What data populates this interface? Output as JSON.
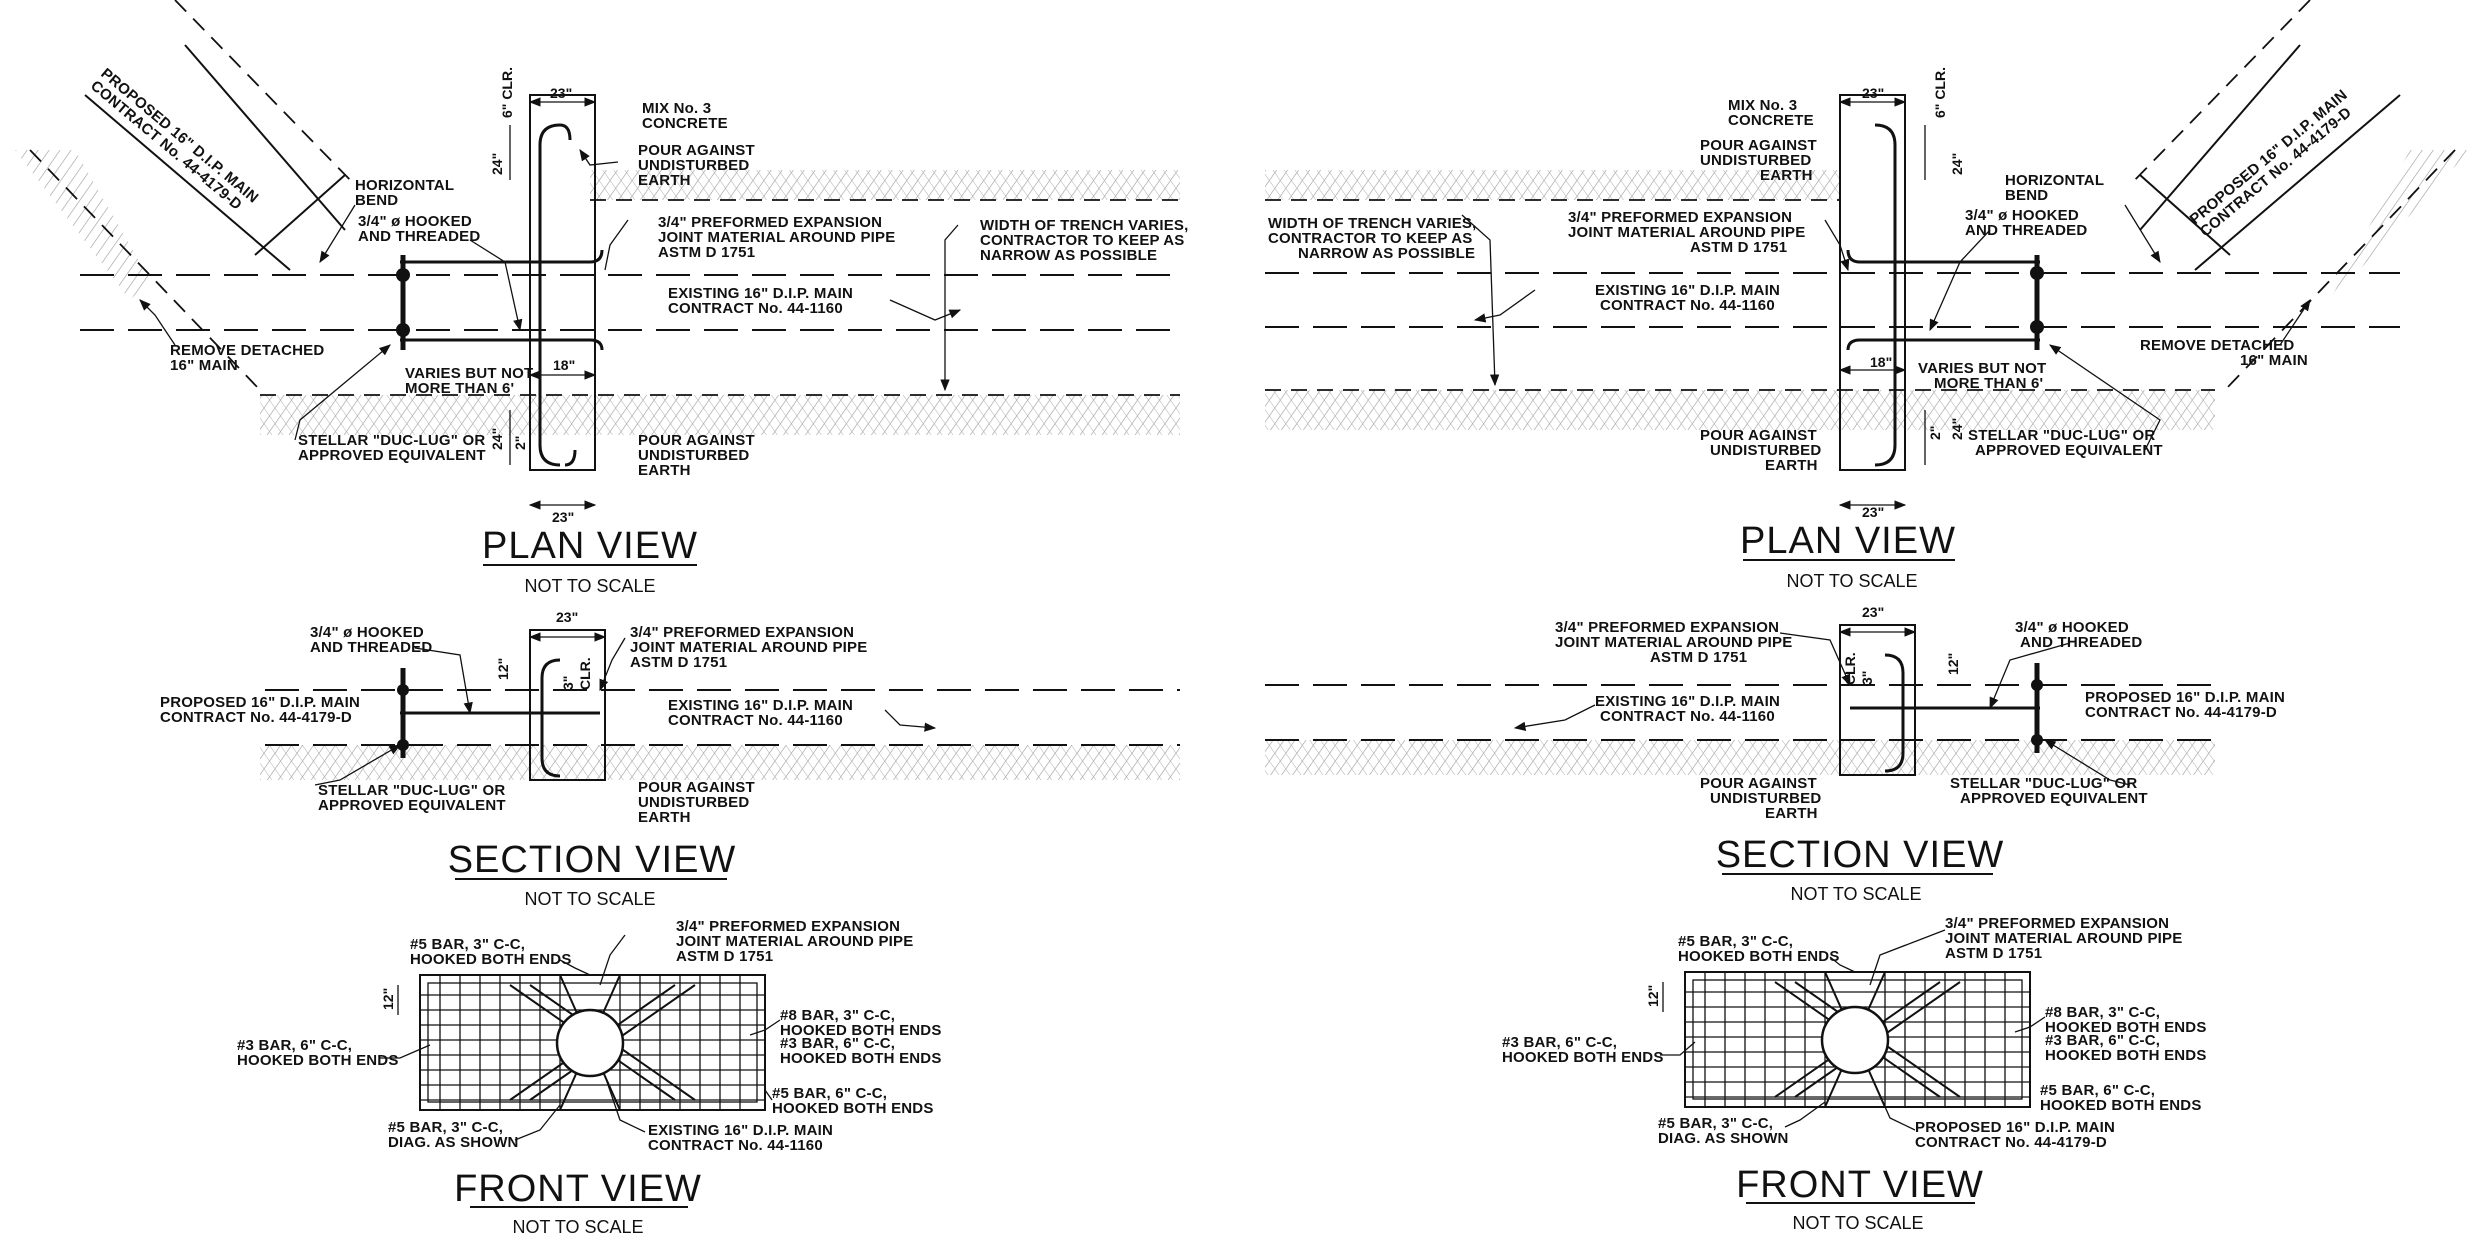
{
  "left": {
    "plan": {
      "title": "PLAN VIEW",
      "scale": "NOT TO SCALE",
      "dims": {
        "width_top": "23\"",
        "clr_top": "6\" CLR.",
        "d24_top": "24\"",
        "d18": "18\"",
        "d24_bot": "24\"",
        "d2": "2\"",
        "width_bot": "23\""
      },
      "notes": {
        "proposed_main": [
          "PROPOSED 16\" D.I.P. MAIN",
          "CONTRACT No. 44-4179-D"
        ],
        "horizontal_bend": [
          "HORIZONTAL",
          "BEND"
        ],
        "hooked": [
          "3/4\" ø HOOKED",
          "AND THREADED"
        ],
        "remove": [
          "REMOVE DETACHED",
          "16\" MAIN"
        ],
        "varies": [
          "VARIES BUT NOT",
          "MORE THAN 6'"
        ],
        "stellar": [
          "STELLAR \"DUC-LUG\" OR",
          "APPROVED EQUIVALENT"
        ],
        "mix": [
          "MIX No. 3",
          "CONCRETE"
        ],
        "pour_top": [
          "POUR AGAINST",
          "UNDISTURBED",
          "EARTH"
        ],
        "expansion": [
          "3/4\" PREFORMED EXPANSION",
          "JOINT MATERIAL AROUND PIPE",
          "ASTM D 1751"
        ],
        "trench": [
          "WIDTH OF TRENCH VARIES,",
          "CONTRACTOR TO KEEP AS",
          "NARROW AS POSSIBLE"
        ],
        "existing": [
          "EXISTING 16\" D.I.P. MAIN",
          "CONTRACT No. 44-1160"
        ],
        "pour_bot": [
          "POUR AGAINST",
          "UNDISTURBED",
          "EARTH"
        ]
      }
    },
    "section": {
      "title": "SECTION VIEW",
      "scale": "NOT TO SCALE",
      "dims": {
        "width": "23\"",
        "d12": "12\"",
        "d3": "3\"",
        "clr": "CLR."
      },
      "notes": {
        "hooked": [
          "3/4\" ø HOOKED",
          "AND THREADED"
        ],
        "proposed": [
          "PROPOSED 16\" D.I.P. MAIN",
          "CONTRACT No. 44-4179-D"
        ],
        "stellar": [
          "STELLAR \"DUC-LUG\" OR",
          "APPROVED EQUIVALENT"
        ],
        "expansion": [
          "3/4\" PREFORMED EXPANSION",
          "JOINT MATERIAL AROUND PIPE",
          "ASTM D 1751"
        ],
        "existing": [
          "EXISTING 16\" D.I.P. MAIN",
          "CONTRACT No. 44-1160"
        ],
        "pour": [
          "POUR AGAINST",
          "UNDISTURBED",
          "EARTH"
        ]
      }
    },
    "front": {
      "title": "FRONT VIEW",
      "scale": "NOT TO SCALE",
      "dims": {
        "d12": "12\""
      },
      "notes": {
        "bar5_top": [
          "#5 BAR, 3\" C-C,",
          "HOOKED BOTH ENDS"
        ],
        "expansion": [
          "3/4\" PREFORMED EXPANSION",
          "JOINT MATERIAL AROUND PIPE",
          "ASTM D 1751"
        ],
        "bar3_left": [
          "#3 BAR, 6\" C-C,",
          "HOOKED BOTH ENDS"
        ],
        "bar8": [
          "#8 BAR, 3\" C-C,",
          "HOOKED BOTH ENDS"
        ],
        "bar3_right": [
          "#3 BAR, 6\" C-C,",
          "HOOKED BOTH ENDS"
        ],
        "bar5_right": [
          "#5 BAR, 6\" C-C,",
          "HOOKED BOTH ENDS"
        ],
        "bar5_diag": [
          "#5 BAR, 3\" C-C,",
          "DIAG. AS SHOWN"
        ],
        "pipe": [
          "EXISTING 16\" D.I.P. MAIN",
          "CONTRACT No. 44-1160"
        ]
      }
    }
  },
  "right": {
    "plan": {
      "title": "PLAN VIEW",
      "scale": "NOT TO SCALE",
      "dims": {
        "width_top": "23\"",
        "clr_top": "6\" CLR.",
        "d24_top": "24\"",
        "d18": "18\"",
        "d24_bot": "24\"",
        "d2": "2\"",
        "width_bot": "23\""
      },
      "notes": {
        "proposed_main": [
          "PROPOSED 16\" D.I.P. MAIN",
          "CONTRACT No. 44-4179-D"
        ],
        "horizontal_bend": [
          "HORIZONTAL",
          "BEND"
        ],
        "hooked": [
          "3/4\" ø HOOKED",
          "AND THREADED"
        ],
        "remove": [
          "REMOVE DETACHED",
          "16\" MAIN"
        ],
        "varies": [
          "VARIES BUT NOT",
          "MORE THAN 6'"
        ],
        "stellar": [
          "STELLAR \"DUC-LUG\" OR",
          "APPROVED EQUIVALENT"
        ],
        "mix": [
          "MIX No. 3",
          "CONCRETE"
        ],
        "pour_top": [
          "POUR AGAINST",
          "UNDISTURBED",
          "EARTH"
        ],
        "expansion": [
          "3/4\" PREFORMED EXPANSION",
          "JOINT MATERIAL AROUND PIPE",
          "ASTM D 1751"
        ],
        "trench": [
          "WIDTH OF TRENCH VARIES,",
          "CONTRACTOR TO KEEP AS",
          "NARROW AS POSSIBLE"
        ],
        "existing": [
          "EXISTING 16\" D.I.P. MAIN",
          "CONTRACT No. 44-1160"
        ],
        "pour_bot": [
          "POUR AGAINST",
          "UNDISTURBED",
          "EARTH"
        ]
      }
    },
    "section": {
      "title": "SECTION VIEW",
      "scale": "NOT TO SCALE",
      "dims": {
        "width": "23\"",
        "d12": "12\"",
        "d3": "3\"",
        "clr": "CLR."
      },
      "notes": {
        "expansion": [
          "3/4\" PREFORMED EXPANSION",
          "JOINT MATERIAL AROUND PIPE",
          "ASTM D 1751"
        ],
        "hooked": [
          "3/4\" ø HOOKED",
          "AND THREADED"
        ],
        "existing": [
          "EXISTING 16\" D.I.P. MAIN",
          "CONTRACT No. 44-1160"
        ],
        "proposed": [
          "PROPOSED 16\" D.I.P. MAIN",
          "CONTRACT No. 44-4179-D"
        ],
        "pour": [
          "POUR AGAINST",
          "UNDISTURBED",
          "EARTH"
        ],
        "stellar": [
          "STELLAR \"DUC-LUG\" OR",
          "APPROVED EQUIVALENT"
        ]
      }
    },
    "front": {
      "title": "FRONT VIEW",
      "scale": "NOT TO SCALE",
      "dims": {
        "d12": "12\""
      },
      "notes": {
        "bar5_top": [
          "#5 BAR, 3\" C-C,",
          "HOOKED BOTH ENDS"
        ],
        "expansion": [
          "3/4\" PREFORMED EXPANSION",
          "JOINT MATERIAL AROUND PIPE",
          "ASTM D 1751"
        ],
        "bar3_left": [
          "#3 BAR, 6\" C-C,",
          "HOOKED BOTH ENDS"
        ],
        "bar8": [
          "#8 BAR, 3\" C-C,",
          "HOOKED BOTH ENDS"
        ],
        "bar3_right": [
          "#3 BAR, 6\" C-C,",
          "HOOKED BOTH ENDS"
        ],
        "bar5_right": [
          "#5 BAR, 6\" C-C,",
          "HOOKED BOTH ENDS"
        ],
        "bar5_diag": [
          "#5 BAR, 3\" C-C,",
          "DIAG. AS SHOWN"
        ],
        "pipe": [
          "PROPOSED 16\" D.I.P. MAIN",
          "CONTRACT No. 44-4179-D"
        ]
      }
    }
  }
}
